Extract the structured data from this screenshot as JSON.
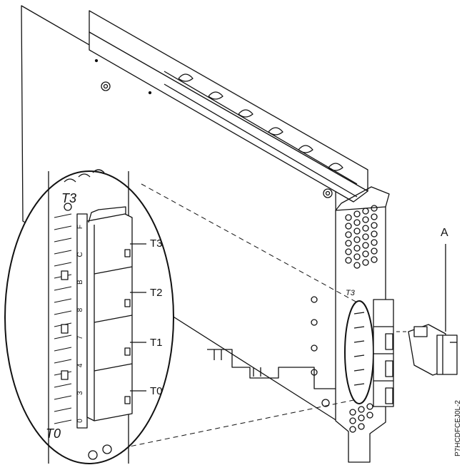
{
  "figure": {
    "port_labels": [
      "T3",
      "T2",
      "T1",
      "T0"
    ],
    "callout_label": "A",
    "figure_id": "P7HCDFCEJ0L-2",
    "bracket_labels": {
      "top_detail": "T3",
      "bottom_detail": "T0",
      "small_card": "T3"
    },
    "connector_numbers": [
      "F",
      "C",
      "B",
      "8",
      "7",
      "4",
      "3",
      "0"
    ]
  }
}
